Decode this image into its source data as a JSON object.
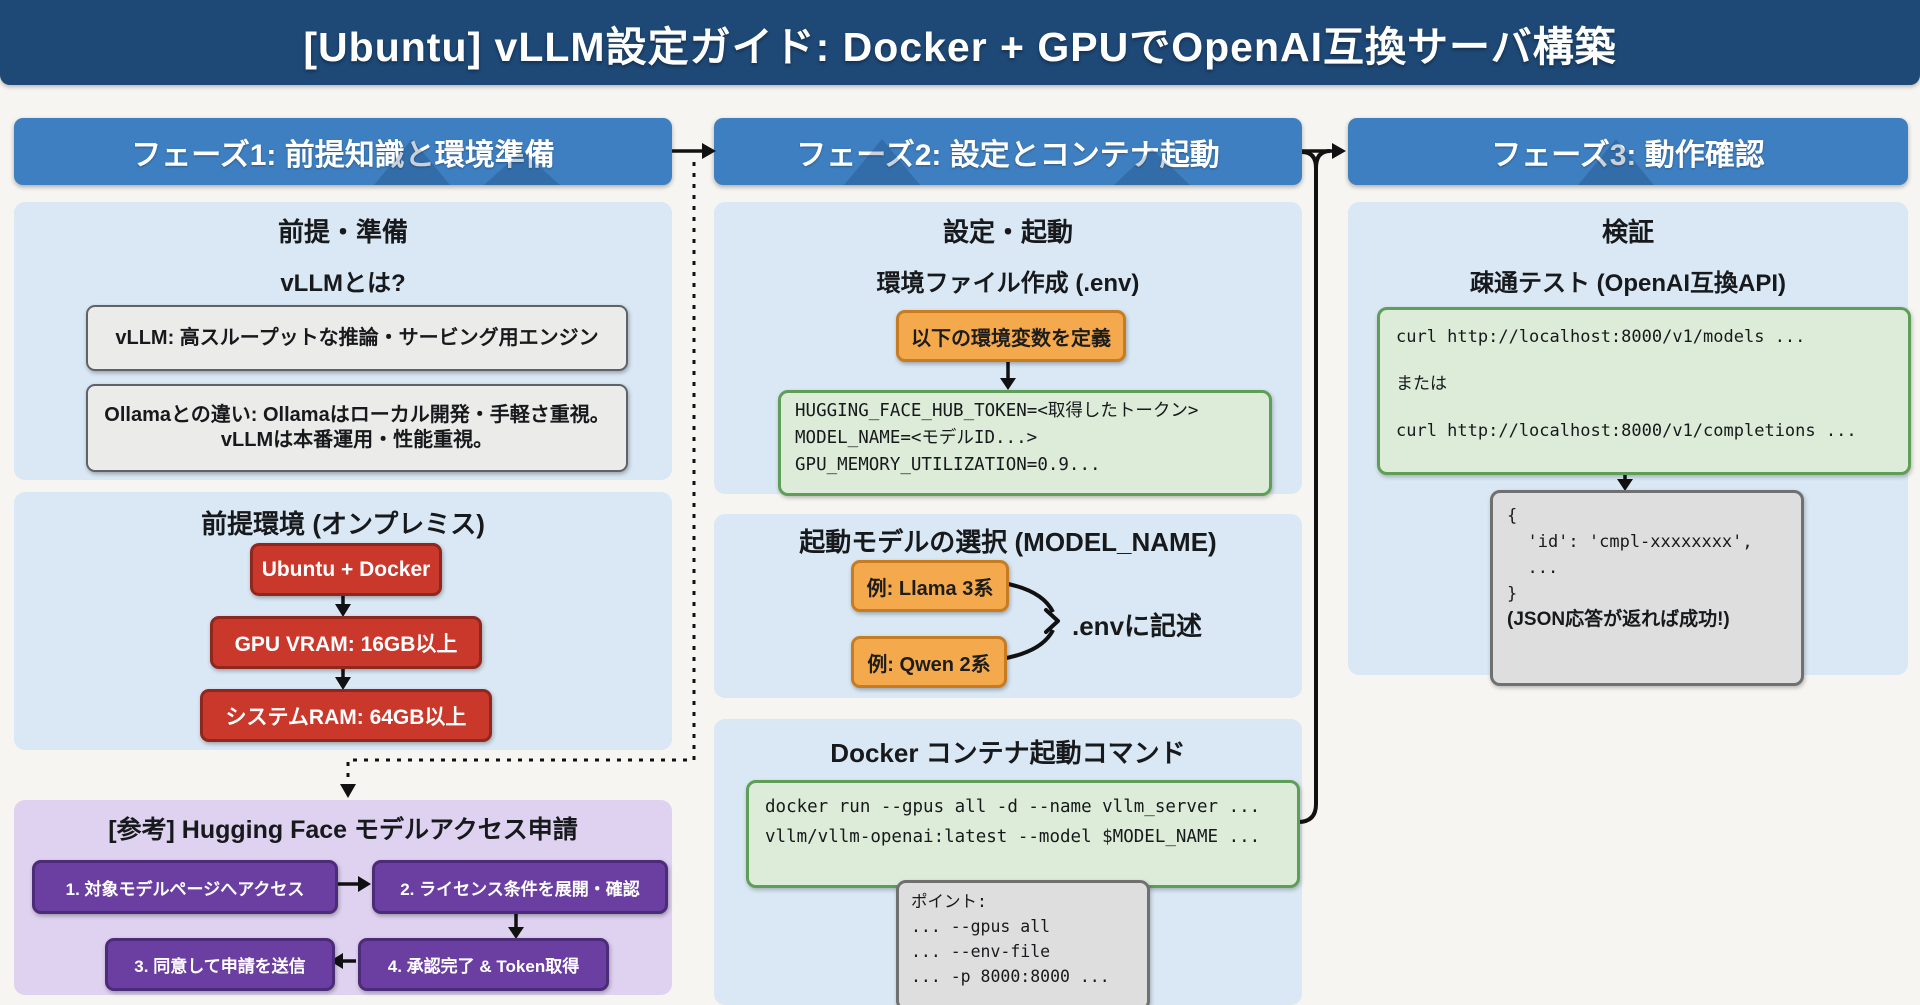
{
  "title": "[Ubuntu] vLLM設定ガイド: Docker + GPUでOpenAI互換サーバ構築",
  "phase1": {
    "header": "フェーズ1: 前提知識と環境準備",
    "intro": {
      "heading": "前提・準備",
      "subheading": "vLLMとは?",
      "box1": "vLLM: 高スループットな推論・サービング用エンジン",
      "box2": "Ollamaとの違い: Ollamaはローカル開発・手軽さ重視。vLLMは本番運用・性能重視。"
    },
    "env": {
      "heading": "前提環境 (オンプレミス)",
      "steps": [
        "Ubuntu + Docker",
        "GPU VRAM: 16GB以上",
        "システムRAM: 64GB以上"
      ]
    },
    "hf": {
      "heading": "[参考] Hugging Face モデルアクセス申請",
      "steps": [
        "1. 対象モデルページへアクセス",
        "2. ライセンス条件を展開・確認",
        "3. 同意して申請を送信",
        "4. 承認完了 & Token取得"
      ]
    }
  },
  "phase2": {
    "header": "フェーズ2: 設定とコンテナ起動",
    "setup": {
      "heading": "設定・起動",
      "subheading": "環境ファイル作成 (.env)",
      "callout": "以下の環境変数を定義",
      "env_lines": [
        "HUGGING_FACE_HUB_TOKEN=<取得したトークン>",
        "MODEL_NAME=<モデルID...>",
        "GPU_MEMORY_UTILIZATION=0.9..."
      ]
    },
    "model": {
      "heading": "起動モデルの選択 (MODEL_NAME)",
      "option1": "例: Llama 3系",
      "option2": "例: Qwen 2系",
      "note": ".envに記述"
    },
    "docker": {
      "heading": "Docker コンテナ起動コマンド",
      "cmd_lines": [
        "docker run --gpus all -d --name vllm_server ...",
        "vllm/vllm-openai:latest --model $MODEL_NAME ..."
      ],
      "points": [
        "ポイント:",
        "... --gpus all",
        "... --env-file",
        "... -p 8000:8000 ..."
      ]
    }
  },
  "phase3": {
    "header": "フェーズ3: 動作確認",
    "verify": {
      "heading": "検証",
      "subheading": "疎通テスト (OpenAI互換API)",
      "curl_lines": [
        "curl http://localhost:8000/v1/models ...",
        "または",
        "curl http://localhost:8000/v1/completions ..."
      ],
      "response_lines": [
        "{",
        "  'id': 'cmpl-xxxxxxxx',",
        "  ...",
        "}"
      ],
      "response_note": "(JSON応答が返れば成功!)"
    }
  },
  "colors": {
    "title_bar": "#1e4876",
    "phase_header": "#3e7fc1",
    "panel_blue": "#d9e8f4",
    "panel_purple": "#ded2f0",
    "purple_box": "#6b3fa1",
    "red_box": "#ca382c",
    "orange_box": "#f5a94d",
    "green_code_box": "#dcecd8",
    "gray_code_box": "#dedede",
    "arrow": "#111111"
  }
}
